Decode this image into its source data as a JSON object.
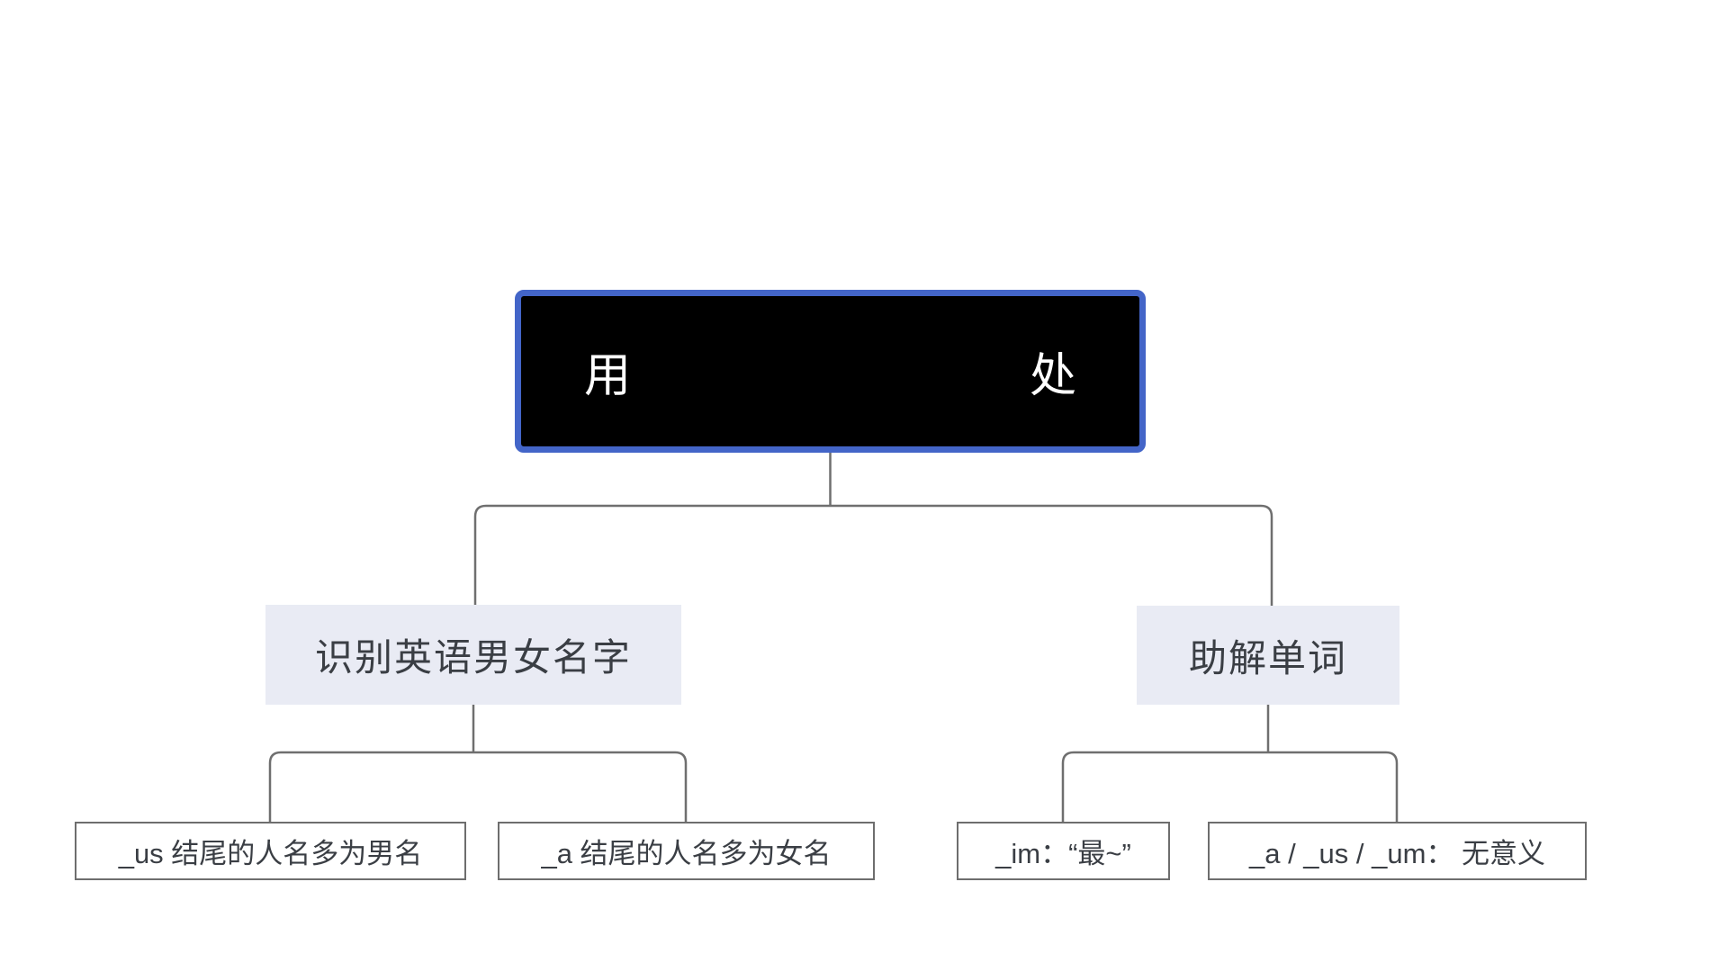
{
  "diagram": {
    "type": "mindmap-tree",
    "root_node": {
      "text_left": "用",
      "text_right": "处"
    },
    "branches": [
      {
        "label": "识别英语男女名字",
        "children": [
          {
            "label": "_us 结尾的人名多为男名"
          },
          {
            "label": "_a 结尾的人名多为女名"
          }
        ]
      },
      {
        "label": "助解单词",
        "children": [
          {
            "label": "_im：“最~”"
          },
          {
            "label": "_a / _us / _um： 无意义"
          }
        ]
      }
    ]
  },
  "styles": {
    "canvas_bg": "#FFFFFF",
    "root_fill": "#000000",
    "root_border": "#4365C8",
    "root_text": "#FFFFFF",
    "branch_fill": "#E9EBF4",
    "node_text": "#3A3E44",
    "leaf_border": "#6E6E6E",
    "connector_color": "#6F6F6F"
  }
}
